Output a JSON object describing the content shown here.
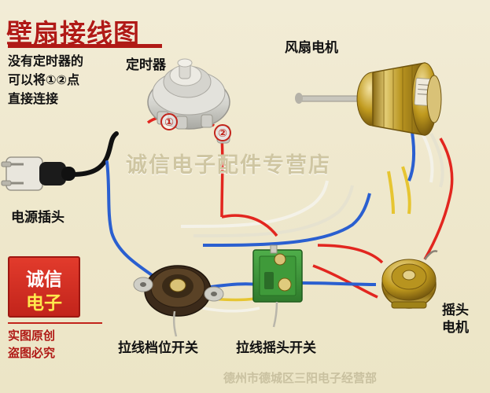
{
  "title": "壁扇接线图",
  "note": "没有定时器的\n可以将①②点\n直接连接",
  "note_lines": [
    "没有定时器的",
    "可以将①②点",
    "直接连接"
  ],
  "watermark": "诚信电子配件专营店",
  "watermark_bottom": "德州市德城区三阳电子经营部",
  "logo": {
    "line1": "诚信",
    "line2": "电子"
  },
  "origin_lines": [
    "实图原创",
    "盗图必究"
  ],
  "labels": {
    "timer": "定时器",
    "motor": "风扇电机",
    "plug": "电源插头",
    "speed_switch": "拉线档位开关",
    "swing_switch": "拉线摇头开关",
    "swing_motor_l1": "摇头",
    "swing_motor_l2": "电机",
    "point1": "①",
    "point2": "②"
  },
  "colors": {
    "title_red": "#b01a16",
    "wire_red": "#e2261f",
    "wire_blue": "#2a5fd0",
    "wire_white": "#f4f2e8",
    "wire_yellow": "#e6c531",
    "background": "#efe9cf",
    "brass": "#c9a227"
  }
}
